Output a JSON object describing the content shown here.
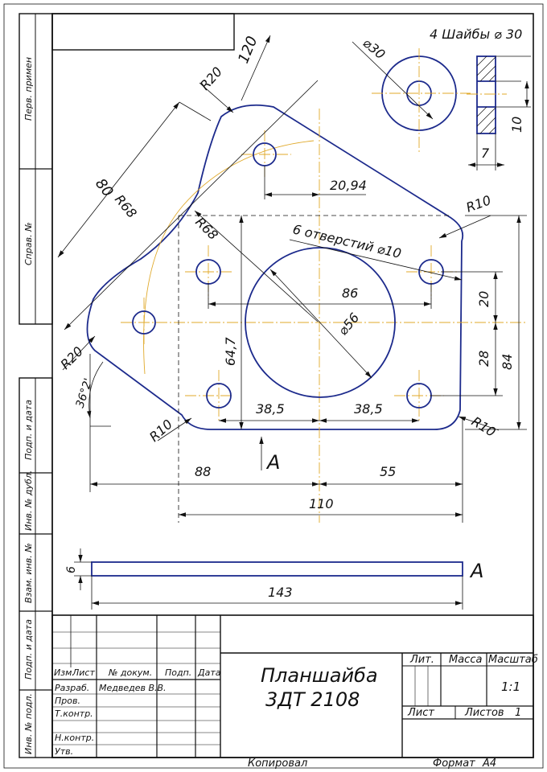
{
  "notes": {
    "washers": "4 Шайбы ⌀ 30",
    "holes": "6 отверстий ⌀10"
  },
  "dimensions": {
    "d120": "120",
    "r20_top": "R20",
    "d80": "80",
    "r68_a": "R68",
    "r68_b": "R68",
    "r20_left": "R20",
    "angle": "36°2'",
    "r10_bl": "R10",
    "r10_tr": "R10",
    "r10_br": "R10",
    "d20_94": "20,94",
    "d86": "86",
    "d56": "⌀56",
    "d64_7": "64,7",
    "d38_5a": "38,5",
    "d38_5b": "38,5",
    "d20": "20",
    "d28": "28",
    "d84": "84",
    "d88": "88",
    "d55": "55",
    "d110": "110",
    "d6": "6",
    "d143": "143",
    "w30": "⌀30",
    "w7": "7",
    "w10": "10"
  },
  "views": {
    "marker_a": "А",
    "view_a": "А"
  },
  "side_stamp": [
    "Перв. примен",
    "Справ. №",
    "Подп. и дата",
    "Инв. № дубл.",
    "Взам. инв. №",
    "Подп. и дата",
    "Инв. № подл."
  ],
  "title_block": {
    "name_line1": "Планшайба",
    "name_line2": "3ДТ 2108",
    "col_izm": "Изм.",
    "col_list": "Лист",
    "col_docnum": "№ докум.",
    "col_sign": "Подп.",
    "col_date": "Дата",
    "row_razrab": "Разраб.",
    "razrab_name": "Медведев В.В.",
    "row_prov": "Пров.",
    "row_tkontr": "Т.контр.",
    "row_nkontr": "Н.контр.",
    "row_utv": "Утв.",
    "lit": "Лит.",
    "massa": "Масса",
    "masshtab": "Масштаб",
    "scale_value": "1:1",
    "list_label": "Лист",
    "listov_label": "Листов",
    "listov_value": "1",
    "copied": "Копировал",
    "format_label": "Формат",
    "format_value": "А4"
  }
}
